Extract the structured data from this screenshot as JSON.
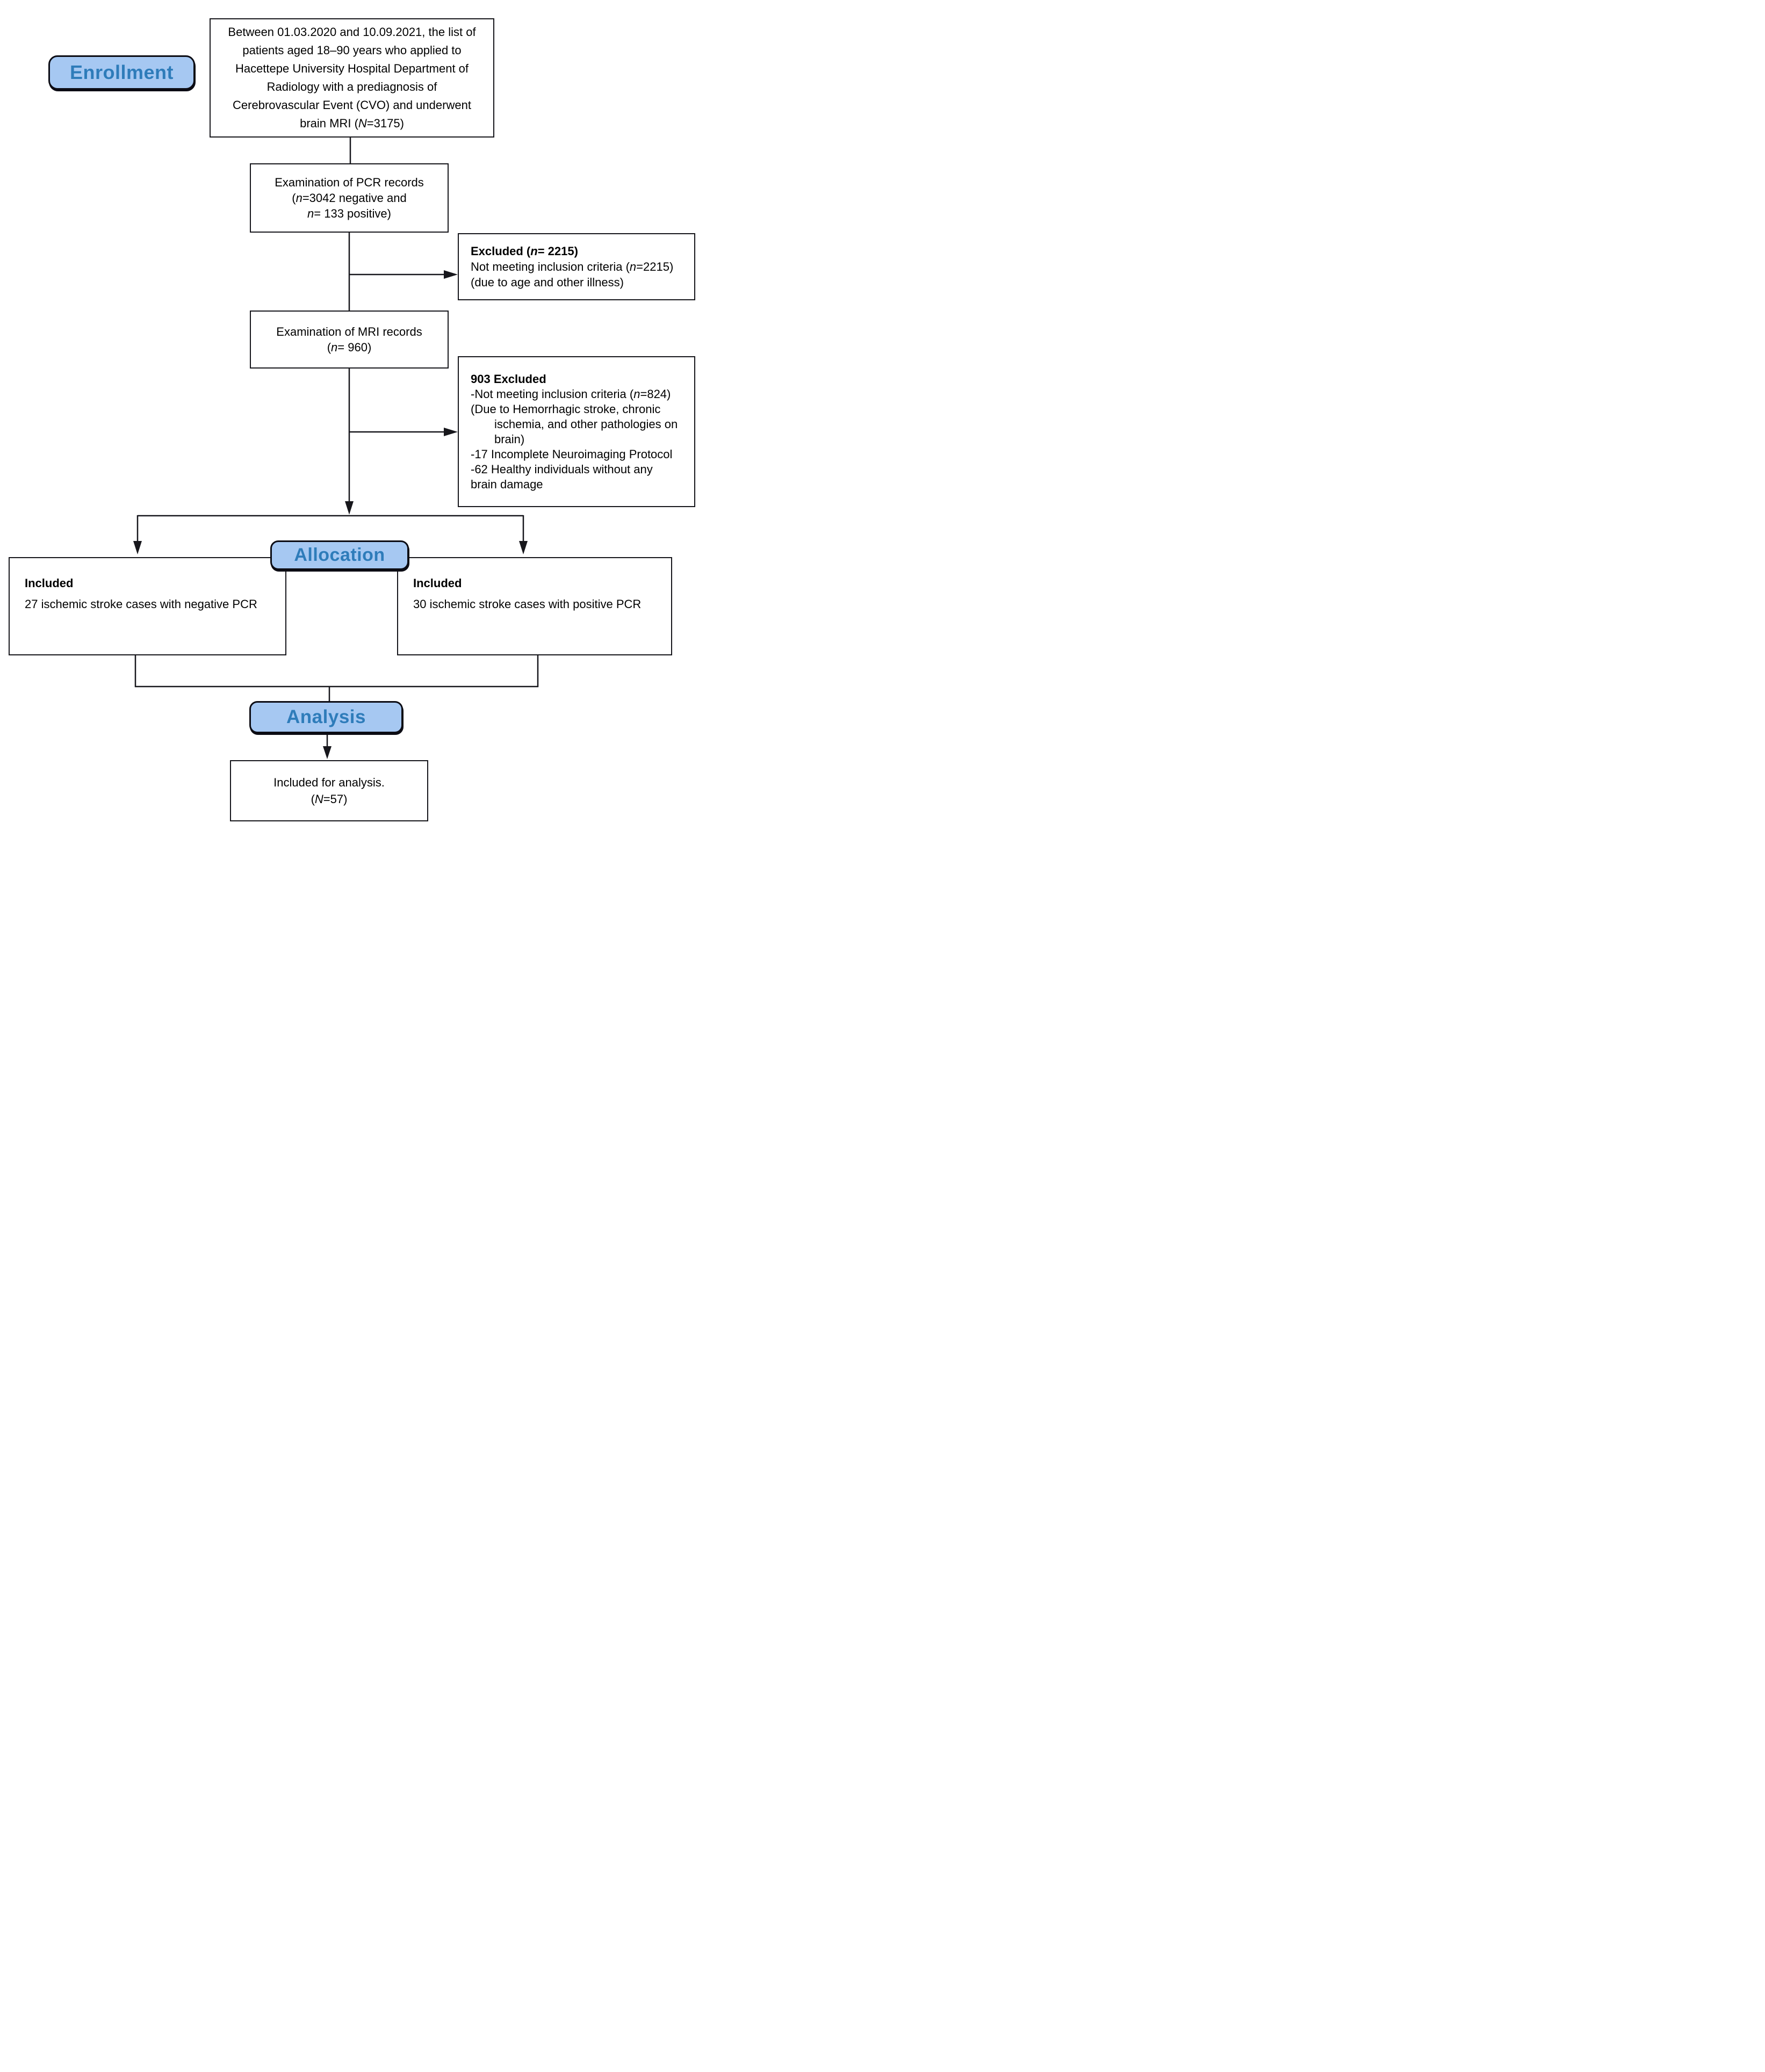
{
  "figure_type": "study-flow-diagram",
  "colors": {
    "background": "#ffffff",
    "box_fill": "#ffffff",
    "line_color": "#17171c",
    "label_fill": "#a6c8f2",
    "label_border": "#0c0c14",
    "label_text": "#2e7cba"
  },
  "stage_labels": {
    "enrollment": "Enrollment",
    "allocation": "Allocation",
    "analysis": "Analysis"
  },
  "boxes": {
    "initial": {
      "lines": [
        {
          "seg": [
            {
              "t": "Between 01.03.2020 and 10.09.2021, the list of"
            }
          ]
        },
        {
          "seg": [
            {
              "t": "patients aged 18–90 years who applied to"
            }
          ]
        },
        {
          "seg": [
            {
              "t": "Hacettepe University Hospital Department of"
            }
          ]
        },
        {
          "seg": [
            {
              "t": "Radiology with a prediagnosis of"
            }
          ]
        },
        {
          "seg": [
            {
              "t": "Cerebrovascular Event (CVO) and underwent"
            }
          ]
        },
        {
          "seg": [
            {
              "t": "brain MRI ("
            },
            {
              "t": "N",
              "i": 1
            },
            {
              "t": "=3175)"
            }
          ]
        }
      ]
    },
    "pcr": {
      "lines": [
        {
          "seg": [
            {
              "t": "Examination of PCR records"
            }
          ]
        },
        {
          "seg": [
            {
              "t": "("
            },
            {
              "t": "n",
              "i": 1
            },
            {
              "t": "=3042 negative and"
            }
          ]
        },
        {
          "seg": [
            {
              "t": "n",
              "i": 1
            },
            {
              "t": "= 133 positive)"
            }
          ]
        }
      ]
    },
    "excluded_pcr": {
      "title": [
        {
          "t": "Excluded ("
        },
        {
          "t": "n",
          "i": 1
        },
        {
          "t": "= 2215)"
        }
      ],
      "lines": [
        {
          "seg": [
            {
              "t": "Not meeting inclusion criteria ("
            },
            {
              "t": "n",
              "i": 1
            },
            {
              "t": "=2215)"
            }
          ]
        },
        {
          "seg": [
            {
              "t": "(due to age and other illness)"
            }
          ]
        }
      ]
    },
    "mri": {
      "lines": [
        {
          "seg": [
            {
              "t": "Examination of MRI records"
            }
          ]
        },
        {
          "seg": [
            {
              "t": "("
            },
            {
              "t": "n",
              "i": 1
            },
            {
              "t": "= 960)"
            }
          ]
        }
      ]
    },
    "excluded_mri": {
      "title": [
        {
          "t": "903 Excluded"
        }
      ],
      "lines": [
        {
          "seg": [
            {
              "t": "-Not meeting inclusion criteria ("
            },
            {
              "t": "n",
              "i": 1
            },
            {
              "t": "=824)"
            }
          ]
        },
        {
          "seg": [
            {
              "t": "(Due to Hemorrhagic stroke, chronic"
            }
          ]
        },
        {
          "seg": [
            {
              "t": "ischemia, and other pathologies on"
            }
          ],
          "ind": 1
        },
        {
          "seg": [
            {
              "t": "brain)"
            }
          ],
          "ind": 1
        },
        {
          "seg": [
            {
              "t": "-17 Incomplete Neuroimaging Protocol"
            }
          ]
        },
        {
          "seg": [
            {
              "t": "-62 Healthy individuals without any"
            }
          ]
        },
        {
          "seg": [
            {
              "t": "brain damage"
            }
          ]
        }
      ]
    },
    "included_negative": {
      "title": [
        {
          "t": "Included"
        }
      ],
      "lines": [
        {
          "seg": [
            {
              "t": "27 ischemic stroke cases with negative PCR"
            }
          ]
        }
      ]
    },
    "included_positive": {
      "title": [
        {
          "t": "Included"
        }
      ],
      "lines": [
        {
          "seg": [
            {
              "t": "30 ischemic stroke cases with positive PCR"
            }
          ]
        }
      ]
    },
    "final_analysis": {
      "lines": [
        {
          "seg": [
            {
              "t": "Included for analysis."
            }
          ]
        },
        {
          "seg": [
            {
              "t": "("
            },
            {
              "t": "N",
              "i": 1
            },
            {
              "t": "=57)"
            }
          ]
        }
      ]
    }
  }
}
